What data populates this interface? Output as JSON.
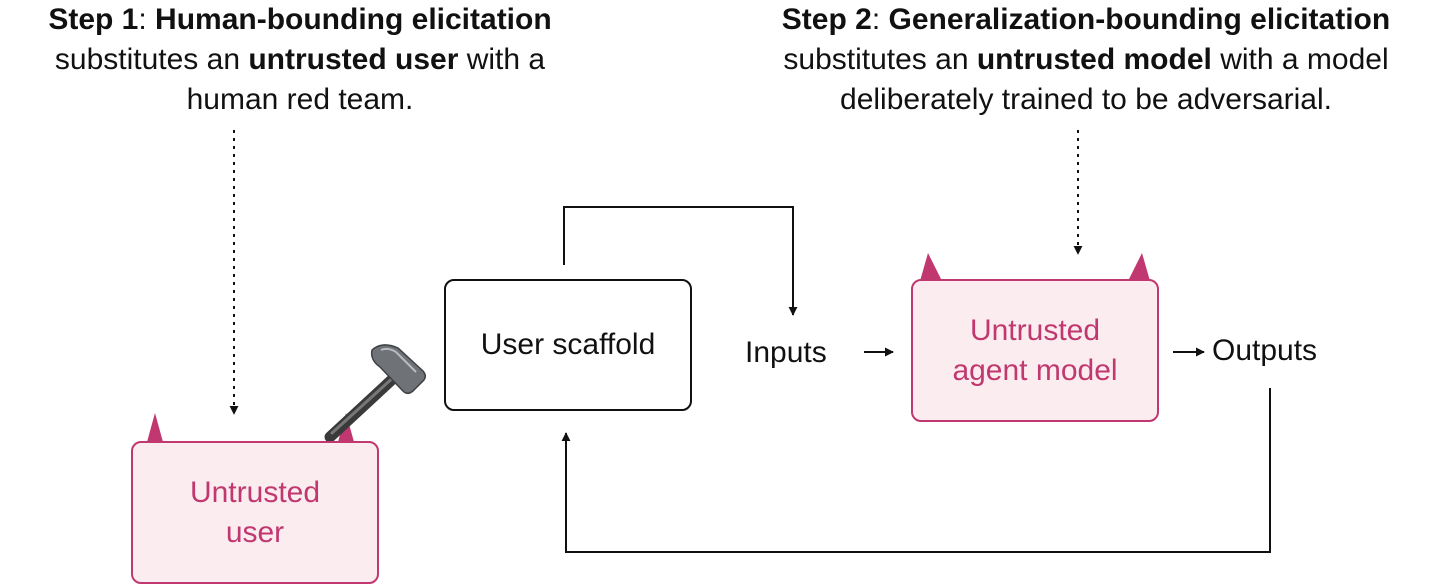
{
  "step1": {
    "title_bold": "Step 1",
    "title_rest": "Human-bounding elicitation",
    "desc_pre": "substitutes an ",
    "desc_bold": "untrusted user",
    "desc_post": " with a",
    "desc_line2": "human red team."
  },
  "step2": {
    "title_bold": "Step 2",
    "title_rest": "Generalization-bounding elicitation",
    "desc_pre": "substitutes an ",
    "desc_bold": "untrusted model",
    "desc_post": " with a model",
    "desc_line2": "deliberately trained to be adversarial."
  },
  "boxes": {
    "untrusted_user": {
      "line1": "Untrusted",
      "line2": "user"
    },
    "user_scaffold": "User scaffold",
    "agent_model": {
      "line1": "Untrusted",
      "line2": "agent model"
    }
  },
  "labels": {
    "inputs": "Inputs",
    "outputs": "Outputs"
  },
  "icons": {
    "hammer": "hammer-icon",
    "horns": "devil-horns-icon",
    "arrow": "right-arrow-icon"
  },
  "colors": {
    "accent": "#c0386f",
    "accent_fill": "#fbecef",
    "line": "#111111"
  }
}
